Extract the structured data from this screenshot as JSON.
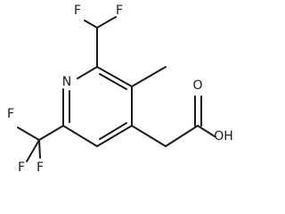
{
  "molecule": {
    "atoms": {
      "n1": "N",
      "f_a": "F",
      "f_b": "F",
      "f_c": "F",
      "f_d": "F",
      "f_e": "F",
      "o_carbonyl": "O",
      "o_hydroxyl": "OH"
    }
  },
  "colors": {
    "ink": "#1a1a1a",
    "background": "#ffffff"
  }
}
